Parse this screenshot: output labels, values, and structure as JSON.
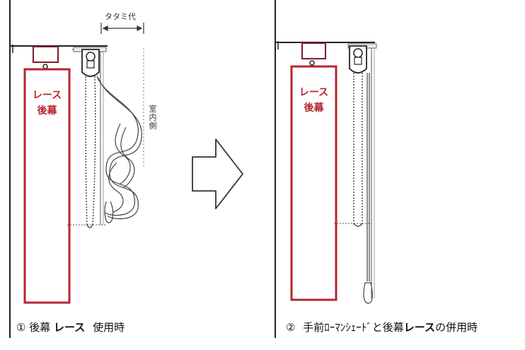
{
  "panel_left": {
    "curtain_label_line1": "レース",
    "curtain_label_line2": "後幕",
    "fold_margin_label": "タタミ代",
    "indoor_side_label": "室内側",
    "caption_num": "①",
    "caption_part1": "後幕",
    "caption_part2": "レース",
    "caption_part3": "使用時"
  },
  "panel_right": {
    "curtain_label_line1": "レース",
    "curtain_label_line2": "後幕",
    "caption_num": "②",
    "caption_part1": "手前ﾛｰﾏﾝｼｪｰﾄﾞと後幕",
    "caption_part2": "レース",
    "caption_part3": "の併用時"
  },
  "colors": {
    "accent_red": "#b3262e",
    "line": "#222222",
    "arrow_stroke": "#333333"
  }
}
